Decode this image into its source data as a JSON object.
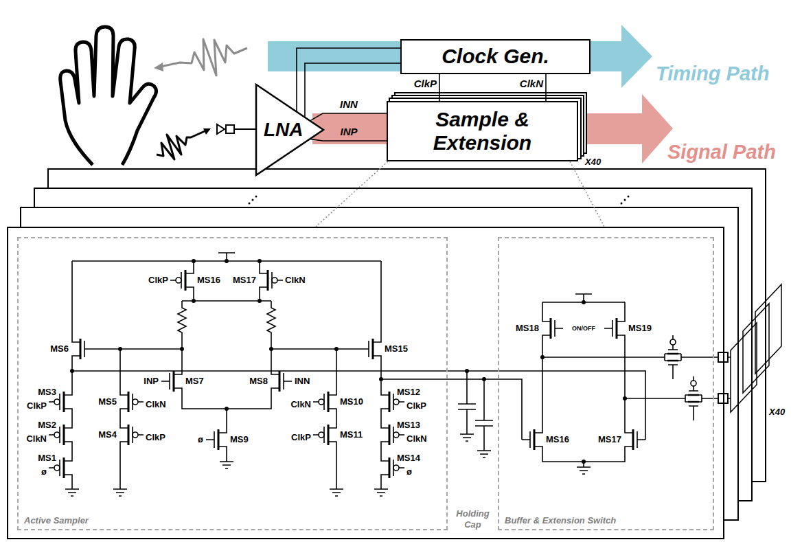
{
  "diagram": {
    "nodes": [
      {
        "text": [
          "Clock Gen."
        ]
      },
      {
        "text": [
          "LNA"
        ]
      },
      {
        "text": [
          "Sample & Extension"
        ]
      },
      {
        "text": [
          "Holding Cap"
        ]
      },
      {
        "text": [
          "Active Sampler"
        ],
        "in": 3
      },
      {
        "text": [
          "Buffer & Extension Switch"
        ],
        "in": 3
      }
    ],
    "edges": [
      {
        "from": 1,
        "to": 0,
        "arrow": "none"
      },
      {
        "from": 1,
        "to": 0,
        "arrow": "none"
      },
      {
        "from": 0,
        "to": 2,
        "label": "ClkP",
        "arrow": "none"
      },
      {
        "from": 0,
        "to": 2,
        "label": "ClkN",
        "arrow": "none"
      },
      {
        "from": 1,
        "to": 2,
        "label": "INN",
        "arrow": "none"
      },
      {
        "from": 1,
        "to": 2,
        "label": "INP",
        "arrow": "none"
      },
      {
        "from": 2,
        "to": 3,
        "arrow": "none"
      },
      {
        "from": 2,
        "to": 3,
        "arrow": "none"
      }
    ],
    "labels": [
      "Timing Path",
      "Signal Path",
      "X40",
      "ClkP",
      "MS16",
      "MS17",
      "ClkN",
      "MS6",
      "MS15",
      "INP",
      "MS7",
      "MS8",
      "INN",
      "MS3",
      "ClkP",
      "MS2",
      "ClkN",
      "MS1",
      "ø",
      "MS5",
      "ClkN",
      "MS4",
      "ClkP",
      "MS9",
      "ø",
      "MS10",
      "ClkN",
      "MS11",
      "ClkP",
      "MS12",
      "ClkP",
      "MS13",
      "ClkN",
      "MS14",
      "ø",
      "MS18",
      "ON/OFF",
      "MS19",
      "MS16",
      "MS17",
      "X40"
    ]
  }
}
